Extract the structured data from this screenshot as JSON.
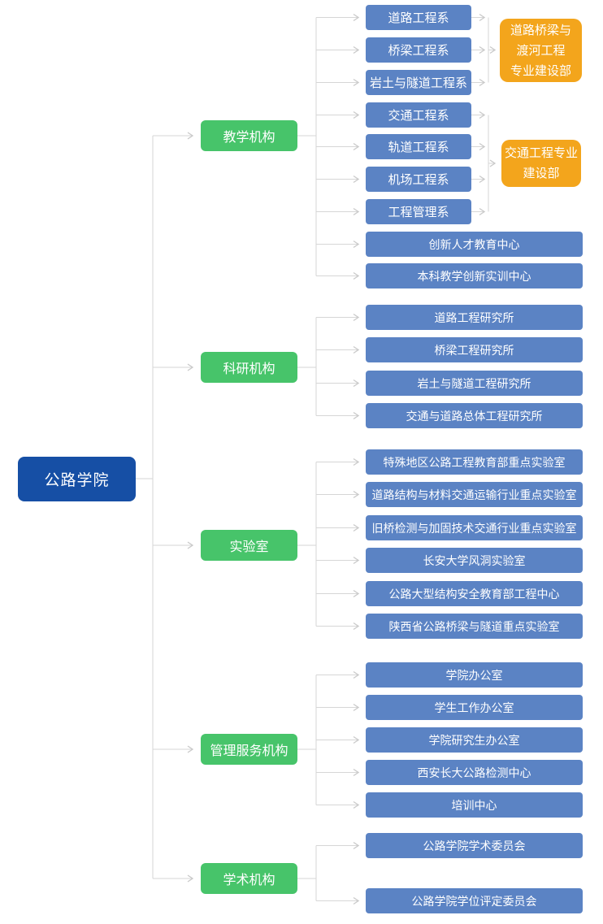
{
  "diagram": {
    "root": {
      "label": "公路学院"
    },
    "groups": [
      {
        "label": "教学机构",
        "children": [
          "道路工程系",
          "桥梁工程系",
          "岩土与隧道工程系",
          "交通工程系",
          "轨道工程系",
          "机场工程系",
          "工程管理系",
          "创新人才教育中心",
          "本科教学创新实训中心"
        ]
      },
      {
        "label": "科研机构",
        "children": [
          "道路工程研究所",
          "桥梁工程研究所",
          "岩土与隧道工程研究所",
          "交通与道路总体工程研究所"
        ]
      },
      {
        "label": "实验室",
        "children": [
          "特殊地区公路工程教育部重点实验室",
          "道路结构与材料交通运输行业重点实验室",
          "旧桥检测与加固技术交通行业重点实验室",
          "长安大学风洞实验室",
          "公路大型结构安全教育部工程中心",
          "陕西省公路桥梁与隧道重点实验室"
        ]
      },
      {
        "label": "管理服务机构",
        "children": [
          "学院办公室",
          "学生工作办公室",
          "学院研究生办公室",
          "西安长大公路检测中心",
          "培训中心"
        ]
      },
      {
        "label": "学术机构",
        "children": [
          "公路学院学术委员会",
          "公路学院学位评定委员会"
        ]
      }
    ],
    "program_units": [
      {
        "label": "道路桥梁与渡河工程专业建设部",
        "lines": [
          "道路桥梁与",
          "渡河工程",
          "专业建设部"
        ],
        "linked_departments": [
          "道路工程系",
          "桥梁工程系",
          "岩土与隧道工程系"
        ]
      },
      {
        "label": "交通工程专业建设部",
        "lines": [
          "交通工程专业",
          "建设部"
        ],
        "linked_departments": [
          "交通工程系",
          "轨道工程系",
          "机场工程系",
          "工程管理系"
        ]
      }
    ],
    "colors": {
      "root": "#164fa5",
      "category": "#47c46a",
      "leaf": "#5b83c4",
      "program_unit": "#f3a51c",
      "connector": "#d6d6d6",
      "text": "#ffffff",
      "background": "#ffffff"
    }
  }
}
